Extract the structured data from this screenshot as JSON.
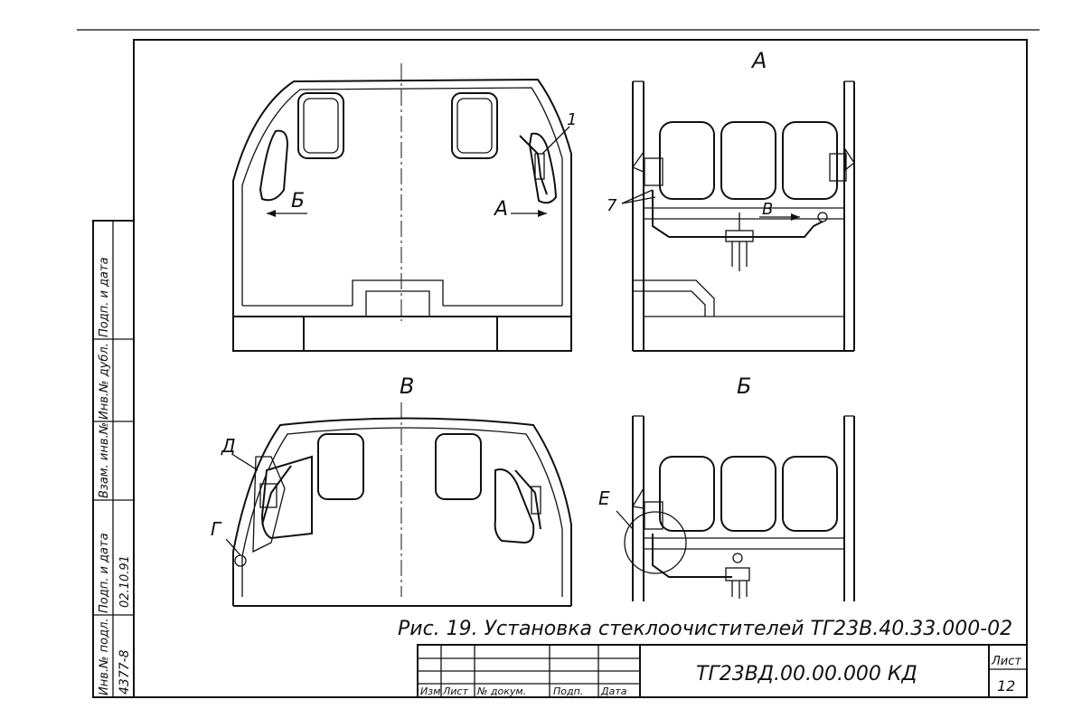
{
  "views": {
    "top_left": {
      "arrow_left_label": "Б",
      "arrow_right_label": "А",
      "callout": "1"
    },
    "top_right": {
      "title": "А",
      "callout": "7",
      "arrow_label": "В"
    },
    "bottom_left": {
      "title": "В",
      "label_d": "Д",
      "label_g": "Г"
    },
    "bottom_right": {
      "title": "Б",
      "label_e": "Е"
    }
  },
  "caption": "Рис. 19.  Установка стеклоочистителей ТГ23В.40.33.000-02",
  "title_block": {
    "doc_number": "ТГ23ВД.00.00.000 КД",
    "sheet_label": "Лист",
    "sheet_number": "12",
    "columns": [
      "Изм",
      "Лист",
      "№ докум.",
      "Подп.",
      "Дата"
    ]
  },
  "side_stamp": {
    "fields": [
      "Подп. и дата",
      "Инв.№ дубл.",
      "Взам. инв.№",
      "Подп. и дата",
      "Инв.№ подл."
    ],
    "inv_number": "4377-8",
    "signature_date": "02.10.91"
  }
}
